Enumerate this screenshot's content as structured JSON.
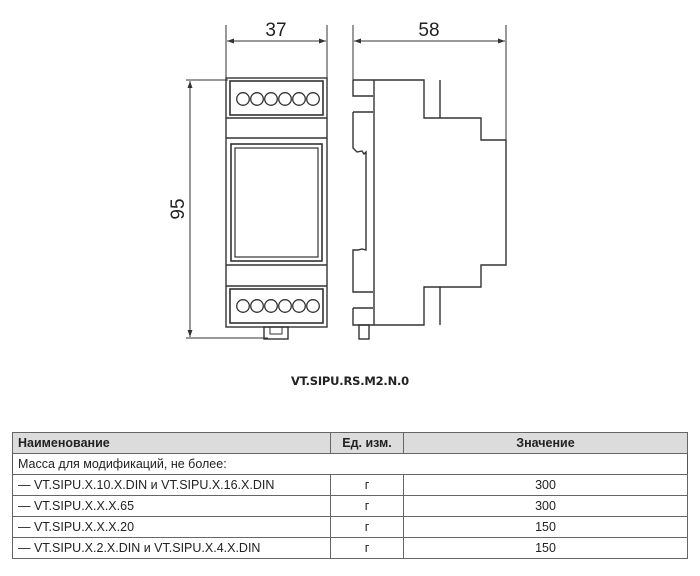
{
  "drawing": {
    "front_view": {
      "width_dimension": "37",
      "height_dimension": "95",
      "terminal_block_top_count": 6,
      "terminal_block_bottom_count": 6
    },
    "side_view": {
      "depth_dimension": "58"
    }
  },
  "model_title": "VT.SIPU.RS.M2.N.0",
  "table": {
    "headers": {
      "name": "Наименование",
      "unit": "Ед. изм.",
      "value": "Значение"
    },
    "group_label": "Масса для модификаций, не более:",
    "rows": [
      {
        "name": "— VT.SIPU.X.10.X.DIN и VT.SIPU.X.16.X.DIN",
        "unit": "г",
        "value": "300"
      },
      {
        "name": "— VT.SIPU.X.X.X.65",
        "unit": "г",
        "value": "300"
      },
      {
        "name": "— VT.SIPU.X.X.X.20",
        "unit": "г",
        "value": "150"
      },
      {
        "name": "— VT.SIPU.X.2.X.DIN и VT.SIPU.X.4.X.DIN",
        "unit": "г",
        "value": "150"
      }
    ]
  },
  "colors": {
    "line": "#333333",
    "header_bg": "#dcdcdc",
    "table_border": "#555555"
  }
}
